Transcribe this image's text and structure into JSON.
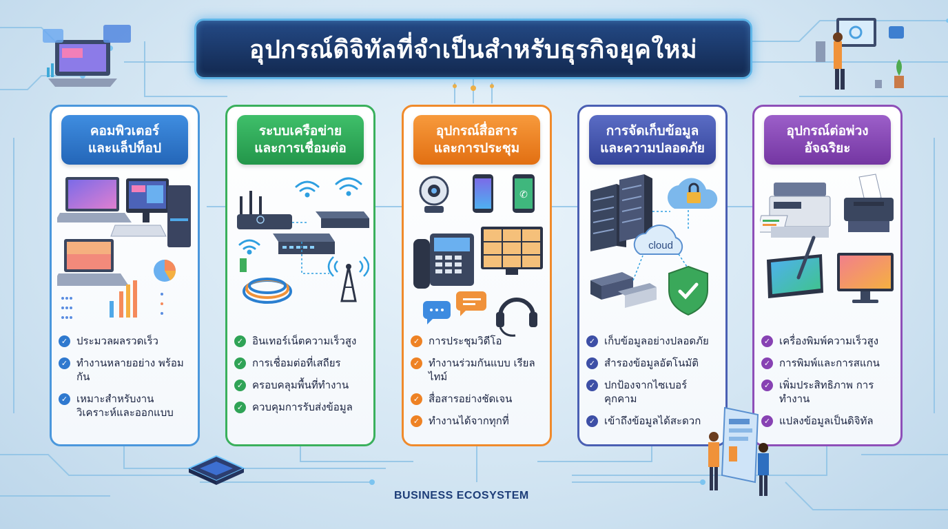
{
  "title": "อุปกรณ์ดิจิทัลที่จำเป็นสำหรับธุรกิจยุคใหม่",
  "footer_label": "BUSINESS ECOSYSTEM",
  "colors": {
    "title_bg": "#1a3568",
    "computers": "#2f79cf",
    "network": "#2fa356",
    "communication": "#ee8224",
    "storage": "#3d4fa6",
    "smart_devices": "#8742b3"
  },
  "panels": [
    {
      "heading": [
        "คอมพิวเตอร์",
        "และแล็ปท็อป"
      ],
      "icons": [
        "laptop-icon",
        "desktop-computer-icon",
        "chart-icon"
      ],
      "features": [
        "ประมวลผลรวดเร็ว",
        "ทำงานหลายอย่าง พร้อมกัน",
        "เหมาะสำหรับงาน วิเคราะห์และออกแบบ"
      ]
    },
    {
      "heading": [
        "ระบบเครือข่าย",
        "และการเชื่อมต่อ"
      ],
      "icons": [
        "router-icon",
        "wifi-icon",
        "switch-icon",
        "cable-icon",
        "antenna-tower-icon"
      ],
      "features": [
        "อินเทอร์เน็ตความเร็วสูง",
        "การเชื่อมต่อที่เสถียร",
        "ครอบคลุมพื้นที่ทำงาน",
        "ควบคุมการรับส่งข้อมูล"
      ]
    },
    {
      "heading": [
        "อุปกรณ์สื่อสาร",
        "และการประชุม"
      ],
      "icons": [
        "webcam-icon",
        "smartphone-icon",
        "ip-phone-icon",
        "video-conference-icon",
        "headset-icon",
        "chat-bubble-icon"
      ],
      "features": [
        "การประชุมวิดีโอ",
        "ทำงานร่วมกันแบบ เรียลไทม์",
        "สื่อสารอย่างชัดเจน",
        "ทำงานได้จากทุกที่"
      ]
    },
    {
      "heading": [
        "การจัดเก็บข้อมูล",
        "และความปลอดภัย"
      ],
      "icons": [
        "server-icon",
        "cloud-lock-icon",
        "cloud-icon",
        "nas-drive-icon",
        "shield-check-icon"
      ],
      "cloud_label": "cloud",
      "features": [
        "เก็บข้อมูลอย่างปลอดภัย",
        "สำรองข้อมูลอัตโนมัติ",
        "ปกป้องจากไซเบอร์ คุกคาม",
        "เข้าถึงข้อมูลได้สะดวก"
      ]
    },
    {
      "heading": [
        "อุปกรณ์ต่อพ่วง",
        "อัจฉริยะ"
      ],
      "icons": [
        "multifunction-printer-icon",
        "printer-icon",
        "graphics-tablet-icon",
        "monitor-icon"
      ],
      "features": [
        "เครื่องพิมพ์ความเร็วสูง",
        "การพิมพ์และการสแกน",
        "เพิ่มประสิทธิภาพ การทำงาน",
        "แปลงข้อมูลเป็นดิจิทัล"
      ]
    }
  ]
}
